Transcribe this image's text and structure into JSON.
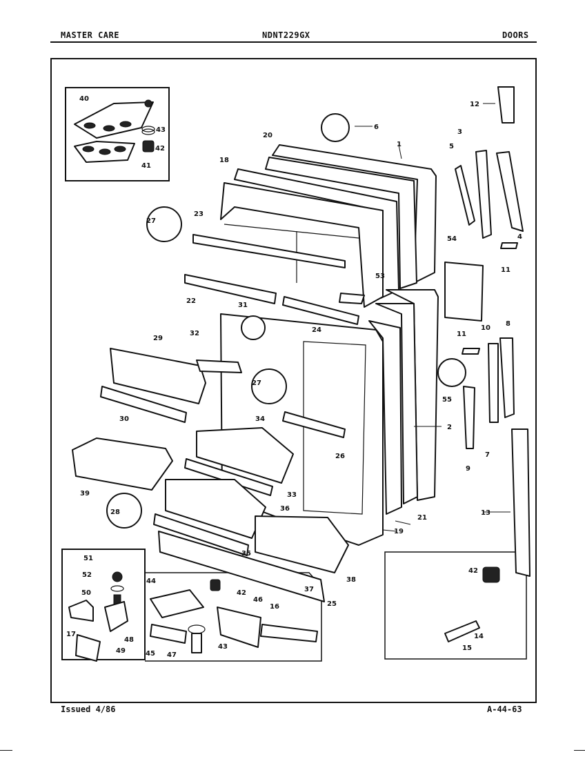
{
  "header": {
    "left": "MASTER CARE",
    "center": "NDNT229GX",
    "right": "DOORS"
  },
  "footer": {
    "left": "Issued 4/86",
    "right": "A-44-63"
  },
  "callouts": [
    "1",
    "2",
    "3",
    "4",
    "5",
    "6",
    "7",
    "8",
    "9",
    "10",
    "11",
    "11",
    "12",
    "13",
    "14",
    "15",
    "16",
    "17",
    "18",
    "19",
    "20",
    "21",
    "22",
    "23",
    "24",
    "25",
    "26",
    "27",
    "27",
    "28",
    "29",
    "30",
    "31",
    "32",
    "33",
    "34",
    "35",
    "36",
    "37",
    "38",
    "39",
    "40",
    "41",
    "42",
    "42",
    "42",
    "43",
    "43",
    "44",
    "45",
    "46",
    "47",
    "48",
    "49",
    "50",
    "51",
    "52",
    "53",
    "54",
    "55"
  ]
}
